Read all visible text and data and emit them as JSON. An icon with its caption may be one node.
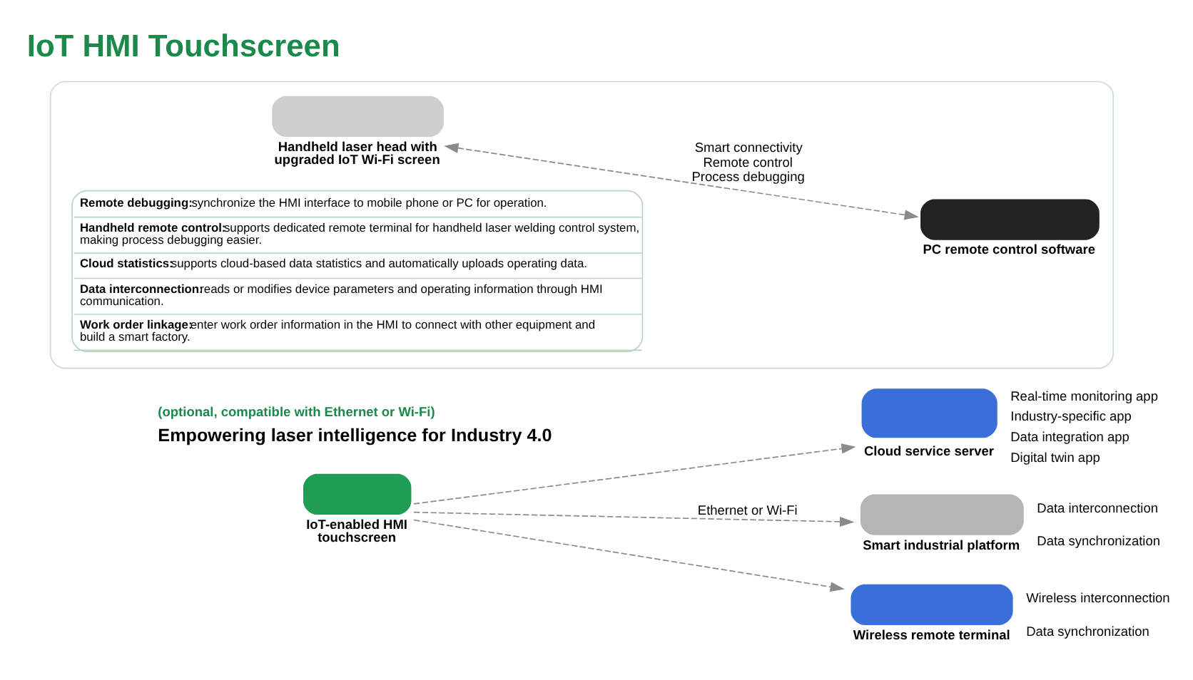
{
  "diagram": {
    "title": "IoT HMI Touchscreen",
    "nodes": [
      {
        "text": [
          "IoT-enabled HMI touchscreen"
        ]
      },
      {
        "text": [
          "Cloud service server"
        ],
        "beside": [
          "Real-time monitoring app",
          "Industry-specific app",
          "Data integration app",
          "Digital twin app"
        ]
      },
      {
        "text": [
          "Smart industrial platform"
        ],
        "beside": [
          "Data interconnection",
          "Data synchronization"
        ]
      },
      {
        "text": [
          "Wireless remote terminal"
        ],
        "beside": [
          "Wireless interconnection",
          "Data synchronization"
        ]
      },
      {
        "text": [],
        "shape": "box"
      },
      {
        "text": [
          "Handheld laser head with upgraded IoT Wi-Fi screen"
        ],
        "in": 4
      },
      {
        "text": [
          "PC remote control software"
        ],
        "in": 4
      }
    ],
    "edges": [
      {
        "from": 0,
        "to": 1,
        "arrow": "to",
        "style": "dashed"
      },
      {
        "from": 0,
        "to": 2,
        "arrow": "to",
        "style": "dashed",
        "label": "Ethernet or Wi-Fi"
      },
      {
        "from": 0,
        "to": 3,
        "arrow": "to",
        "style": "dashed"
      },
      {
        "from": 5,
        "to": 6,
        "arrow": "both",
        "style": "dashed",
        "label": "Smart connectivity Remote control Process debugging"
      }
    ],
    "labels": [
      "(optional, compatible with Ethernet or Wi-Fi)",
      "Empowering laser intelligence for Industry 4.0",
      "Remote debugging:",
      "synchronize the HMI interface to mobile phone or PC for operation.",
      "Handheld remote control:",
      "supports dedicated remote terminal for handheld laser welding control system, making process debugging easier.",
      "Cloud statistics:",
      "supports cloud-based data statistics and automatically uploads operating data.",
      "Data interconnection:",
      "reads or modifies device parameters and operating information through HMI communication.",
      "Work order linkage:",
      "enter work order information in the HMI to connect with other equipment and build a smart factory."
    ]
  }
}
